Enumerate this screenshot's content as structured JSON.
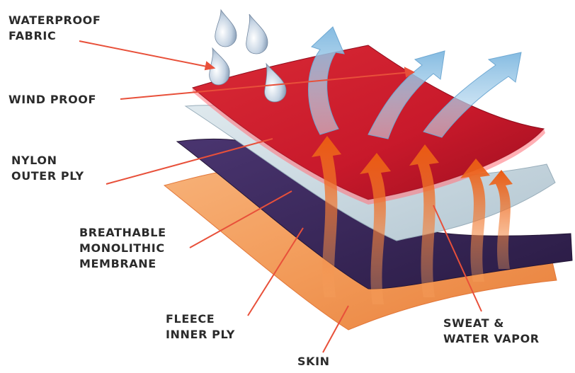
{
  "labels": {
    "waterproof": [
      "WATERPROOF",
      "FABRIC"
    ],
    "windproof": [
      "WIND PROOF"
    ],
    "nylon": [
      "NYLON",
      "OUTER PLY"
    ],
    "membrane": [
      "BREATHABLE",
      "MONOLITHIC",
      "MEMBRANE"
    ],
    "fleece": [
      "FLEECE",
      "INNER PLY"
    ],
    "skin": [
      "SKIN"
    ],
    "sweat": [
      "SWEAT &",
      "WATER VAPOR"
    ]
  },
  "colors": {
    "outer_shell": "#c8192b",
    "membrane": "#c9d8e0",
    "fleece": "#3a2758",
    "skin": "#f29a58",
    "leader_line": "#e8503a",
    "label_text": "#2b2b2b",
    "vapor_arrow": "#f06a1e",
    "outflow_arrow": "#8ec4e6",
    "water_drop": "#9fb5cc"
  }
}
